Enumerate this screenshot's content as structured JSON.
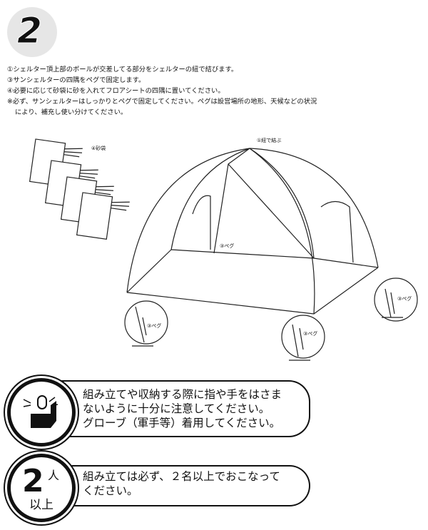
{
  "step": {
    "number": "2"
  },
  "instructions": [
    "①シェルター頂上部のポールが交差してる部分をシェルターの紐で結びます。",
    "③サンシェルターの四隅をペグで固定します。",
    "④必要に応じて砂袋に砂を入れてフロアシートの四隅に置いてください。",
    "※必ず、サンシェルターはしっかりとペグで固定してください。ペグは設営場所の地形、天候などの状況",
    "により、補充し使い分けてください。"
  ],
  "diagram_labels": {
    "tie": "①紐で結ぶ",
    "sandbag": "④砂袋",
    "peg_inside": "③ペグ",
    "peg_left": "③ペグ",
    "peg_front": "③ペグ",
    "peg_right": "③ペグ"
  },
  "warnings": [
    {
      "icon": "pinched-finger-icon",
      "lines": [
        "組み立てや収納する際に指や手をはさま",
        "ないように十分に注意してください。",
        "グローブ（軍手等）着用してください。"
      ]
    },
    {
      "icon_number": "2",
      "icon_top": "人",
      "icon_bottom": "以上",
      "lines": [
        "組み立ては必ず、２名以上でおこなって",
        "ください。"
      ]
    }
  ]
}
